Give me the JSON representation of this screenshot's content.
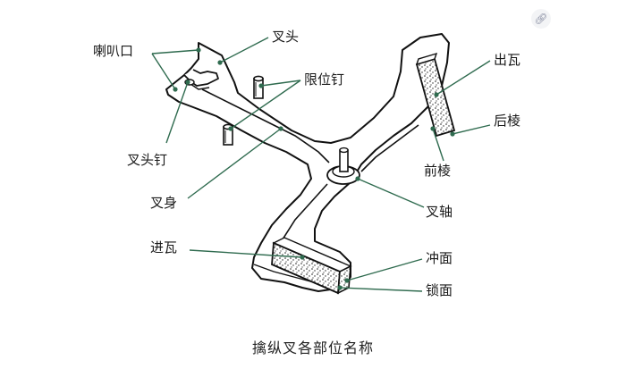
{
  "caption": "擒纵叉各部位名称",
  "labels": {
    "lahua_kou": "喇叭口",
    "chatou": "叉头",
    "xianwei_ding": "限位钉",
    "chatou_ding": "叉头钉",
    "chashen": "叉身",
    "jinwa": "进瓦",
    "chuwa": "出瓦",
    "houleng": "后棱",
    "qianleng": "前棱",
    "chazhou": "叉轴",
    "chongmian": "冲面",
    "suomian": "锁面"
  },
  "colors": {
    "leader_line": "#2f6b4f",
    "dot": "#2f6b4f",
    "outline": "#111111"
  },
  "icons": {
    "corner": "link-icon"
  }
}
